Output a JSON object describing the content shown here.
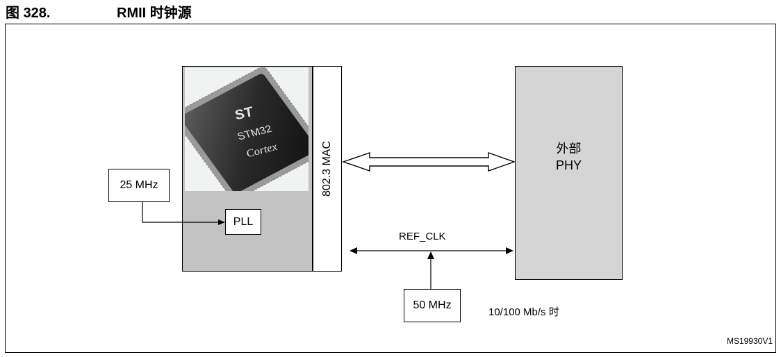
{
  "caption": {
    "number": "图 328.",
    "title": "RMII 时钟源"
  },
  "mcu": {
    "chip_image": "stm32-chip-photo",
    "mac_label": "802.3 MAC"
  },
  "phy": {
    "line1": "外部",
    "line2": "PHY"
  },
  "osc25": {
    "label": "25 MHz"
  },
  "pll": {
    "label": "PLL"
  },
  "refclk": {
    "label": "REF_CLK"
  },
  "osc50": {
    "label": "50 MHz"
  },
  "rate": {
    "label": "10/100 Mb/s 时"
  },
  "figure_code": "MS19930V1",
  "chip_logo": {
    "brand": "ST",
    "model": "STM32",
    "core": "Cortex"
  }
}
